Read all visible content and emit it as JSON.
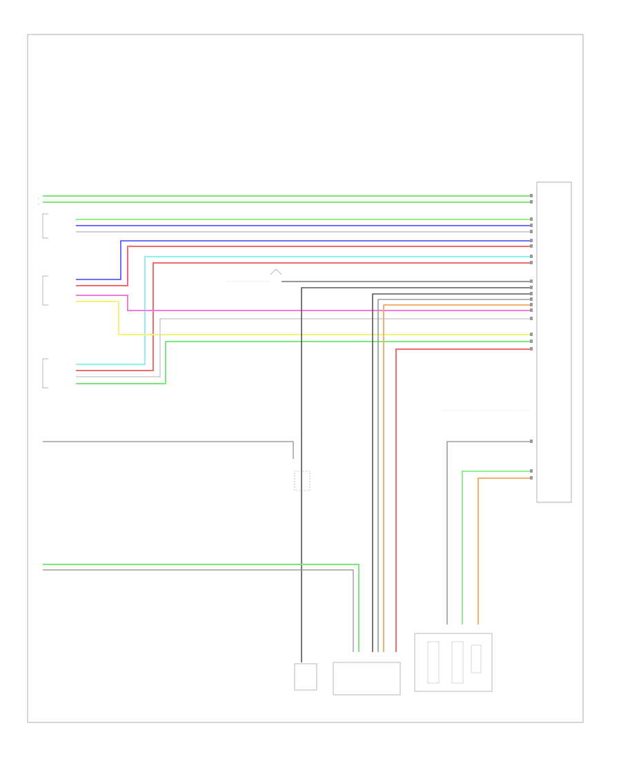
{
  "page_code": "",
  "wire_colors": {
    "GRN": "#7be87b",
    "LT GRN": "#8ef08e",
    "BLU": "#6f6ff5",
    "RED": "#f06b6b",
    "PNK": "#f27bd8",
    "LT BLU": "#8ff0f0",
    "YEL": "#f2f27a",
    "WHT": "#d8d8d8",
    "GRY": "#9a9a9a",
    "BLK": "#555555",
    "ORN": "#f0b070",
    "TAN": "#d8c8a0",
    "VIO": "#b28ae0"
  },
  "components": [
    {
      "id": "left-module",
      "label": ""
    },
    {
      "id": "seat-sensor",
      "label": ""
    },
    {
      "id": "buckle-switch",
      "label": ""
    },
    {
      "id": "connector-block",
      "label": ""
    },
    {
      "id": "ground-point",
      "label": ""
    },
    {
      "id": "lower-left-device",
      "label": ""
    },
    {
      "id": "lower-middle-device",
      "label": ""
    },
    {
      "id": "lower-right-device",
      "label": ""
    }
  ],
  "wires": [
    {
      "id": "w1",
      "color": "GRN"
    },
    {
      "id": "w2",
      "color": "GRN"
    },
    {
      "id": "w3",
      "color": "LT GRN"
    },
    {
      "id": "w4",
      "color": "BLU"
    },
    {
      "id": "w5",
      "color": "WHT"
    },
    {
      "id": "w6",
      "color": "BLU"
    },
    {
      "id": "w7",
      "color": "RED"
    },
    {
      "id": "w8",
      "color": "LT BLU"
    },
    {
      "id": "w9",
      "color": "RED"
    },
    {
      "id": "w10",
      "color": "GRY"
    },
    {
      "id": "w11",
      "color": "BLK"
    },
    {
      "id": "w12",
      "color": "BLK"
    },
    {
      "id": "w13",
      "color": "ORN"
    },
    {
      "id": "w14",
      "color": "PNK"
    },
    {
      "id": "w15",
      "color": "YEL"
    },
    {
      "id": "w16",
      "color": "GRN"
    },
    {
      "id": "w17",
      "color": "RED"
    },
    {
      "id": "w18",
      "color": "GRY"
    },
    {
      "id": "w19",
      "color": "LT GRN"
    },
    {
      "id": "w20",
      "color": "ORN"
    },
    {
      "id": "w21",
      "color": "GRN"
    },
    {
      "id": "w22",
      "color": "GRY"
    }
  ]
}
